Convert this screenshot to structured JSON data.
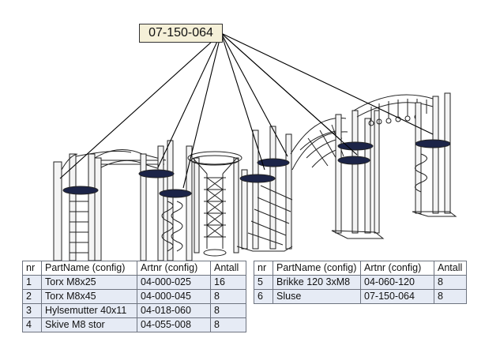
{
  "callout": {
    "label": "07-150-064"
  },
  "table_left": {
    "headers": [
      "nr",
      "PartName (config)",
      "Artnr (config)",
      "Antall"
    ],
    "rows": [
      [
        "1",
        "Torx M8x25",
        "04-000-025",
        "16"
      ],
      [
        "2",
        "Torx M8x45",
        "04-000-045",
        "8"
      ],
      [
        "3",
        "Hylsemutter 40x11",
        "04-018-060",
        "8"
      ],
      [
        "4",
        "Skive M8 stor",
        "04-055-008",
        "8"
      ]
    ]
  },
  "table_right": {
    "headers": [
      "nr",
      "PartName (config)",
      "Artnr (config)",
      "Antall"
    ],
    "rows": [
      [
        "5",
        "Brikke 120 3xM8",
        "04-060-120",
        "8"
      ],
      [
        "6",
        "Sluse",
        "07-150-064",
        "8"
      ]
    ]
  }
}
